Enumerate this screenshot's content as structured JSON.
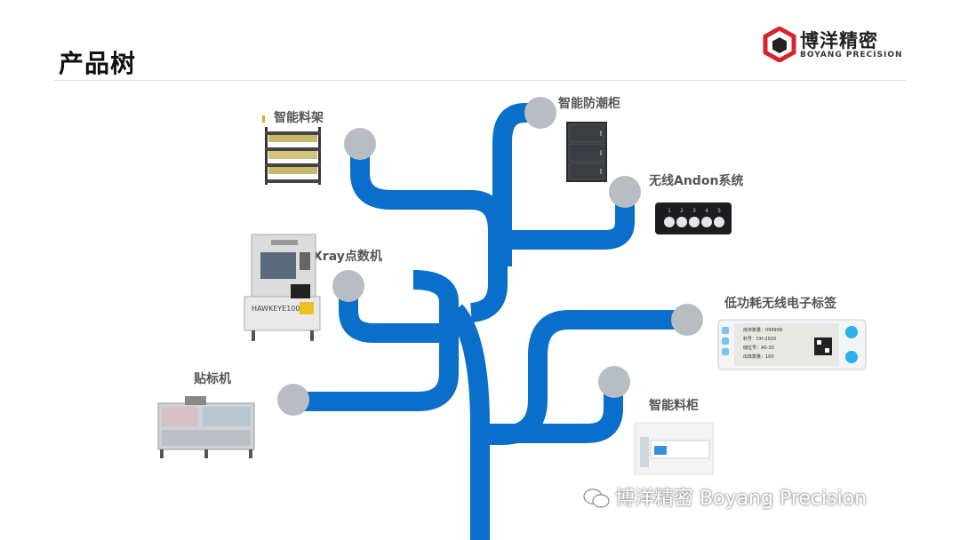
{
  "header": {
    "title": "产品树",
    "logo_cn": "博洋精密",
    "logo_en": "BOYANG PRECISION"
  },
  "products": [
    {
      "label": "智能料架"
    },
    {
      "label": "智能防潮柜"
    },
    {
      "label": "无线Andon系统"
    },
    {
      "label": "Xray点数机"
    },
    {
      "label": "低功耗无线电子标签"
    },
    {
      "label": "贴标机"
    },
    {
      "label": "智能料柜"
    }
  ],
  "label_tag": {
    "rows": [
      "库存数量：099999",
      "料号：DH-2020",
      "储位号：A0-30",
      "出库数量：100"
    ]
  },
  "machine_brand": "HAWKEYE1000",
  "andon_keys": [
    "1",
    "2",
    "3",
    "4",
    "5"
  ],
  "watermark": "博洋精密 Boyang Precision",
  "colors": {
    "branch": "#0a6ecb",
    "node": "#b8bcc3",
    "logo_red": "#d7262b"
  }
}
